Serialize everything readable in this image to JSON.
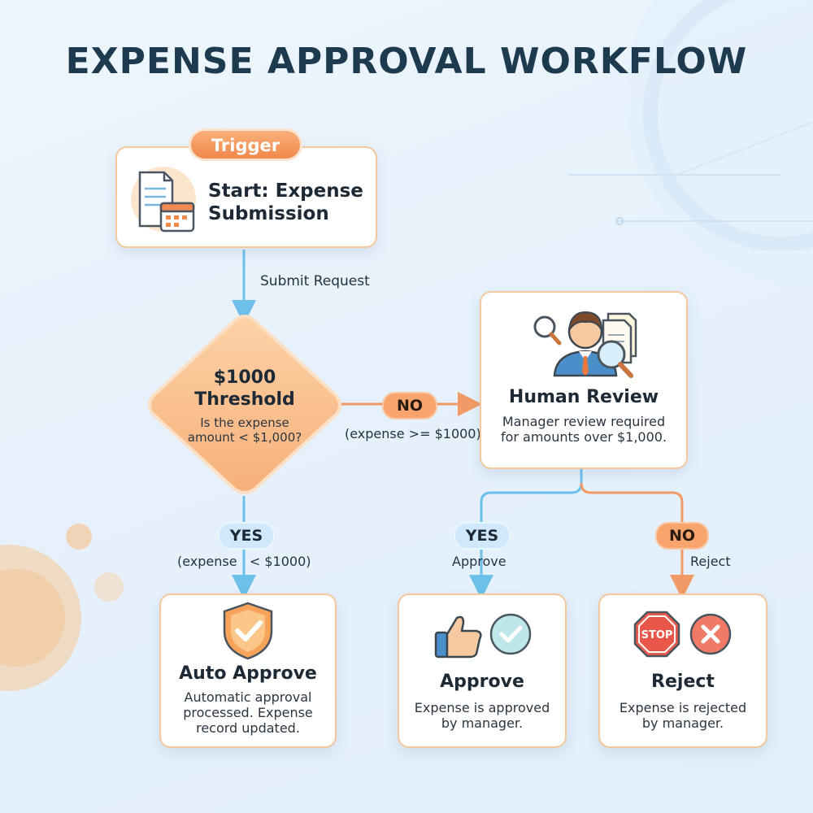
{
  "title": "EXPENSE APPROVAL WORKFLOW",
  "trigger": {
    "badge": "Trigger",
    "title_line1": "Start: Expense",
    "title_line2": "Submission"
  },
  "edge_submit": "Submit Request",
  "decision": {
    "title_line1": "$1000",
    "title_line2": "Threshold",
    "desc_line1": "Is the expense",
    "desc_line2": "amount < $1,000?"
  },
  "edge_no": {
    "badge": "NO",
    "label": "(expense >= $1000)"
  },
  "edge_yes": {
    "badge": "YES",
    "label": "(expense   < $1000)"
  },
  "human_review": {
    "title": "Human Review",
    "desc_line1": "Manager review required",
    "desc_line2": "for amounts over $1,000."
  },
  "edge_approve": {
    "badge": "YES",
    "label": "Approve"
  },
  "edge_reject": {
    "badge": "NO",
    "label": "Reject"
  },
  "auto_approve": {
    "title": "Auto Approve",
    "desc_line1": "Automatic approval",
    "desc_line2": "processed. Expense",
    "desc_line3": "record updated."
  },
  "approve": {
    "title": "Approve",
    "desc_line1": "Expense is approved",
    "desc_line2": "by manager."
  },
  "reject": {
    "title": "Reject",
    "desc_line1": "Expense is rejected",
    "desc_line2": "by manager.",
    "stop_sign_text": "STOP"
  },
  "colors": {
    "accent_orange": "#f7a56c",
    "accent_blue": "#6cc0ea",
    "title_text": "#1d3a4f"
  }
}
